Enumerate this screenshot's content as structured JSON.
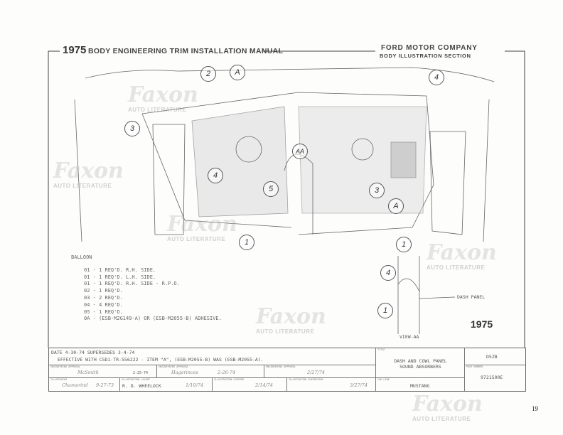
{
  "header": {
    "year": "1975",
    "title": "BODY ENGINEERING TRIM INSTALLATION MANUAL",
    "company": "FORD MOTOR COMPANY",
    "section": "BODY ILLUSTRATION SECTION"
  },
  "watermark": {
    "brand": "Faxon",
    "sub": "AUTO LITERATURE"
  },
  "balloons": [
    "2",
    "A",
    "4",
    "3",
    "4",
    "AA",
    "5",
    "3",
    "A",
    "1",
    "1",
    "4",
    "1"
  ],
  "labels": {
    "dash_panel": "DASH PANEL",
    "view": "VIEW-AA"
  },
  "legend": {
    "heading": "BALLOON",
    "items": [
      "01 - 1 REQ'D. R.H. SIDE.",
      "01 - 1 REQ'D. L.H. SIDE.",
      "01 - 1 REQ'D. R.H. SIDE - R.P.O.",
      "02 - 1 REQ'D.",
      "03 - 2 REQ'D.",
      "04 - 4 REQ'D.",
      "05 - 1 REQ'D.",
      "0A - (ESB-M2G149-A) OR (ESB-M2055-B) ADHESIVE."
    ]
  },
  "year_mark": "1975",
  "title_block": {
    "revision_line1": "DATE 4-30-74   SUPERSEDES 3-4-74",
    "revision_line2": "EFFECTIVE WITH C5D1-TR-556222 - ITEM \"A\", (ESB-M2055-B) WAS (ESB-M2055-A).",
    "engineering_approval_label": "ENGINEERING APPROVAL",
    "date_label": "DATE",
    "eng_sig1": "McSmith",
    "eng_date1": "2-25-74",
    "eng_sig2": "Hagerinces",
    "eng_date2": "2-26-74",
    "eng_sig3": "",
    "eng_date3": "2/27/74",
    "illustrator_label": "ILLUSTRATOR",
    "illustrator": "Chamerind",
    "illustrator_date": "9-27-73",
    "illustration_layout_label": "ILLUSTRATION LAYOUT",
    "layout": "R. D. WHEELOCK",
    "layout_date": "1/10/74",
    "illustration_checker_label": "ILLUSTRATION CHECKER",
    "checker_date": "2/14/74",
    "illustration_supervisor_label": "ILLUSTRATION SUPERVISOR",
    "supervisor_date": "3/27/74",
    "title_label": "TITLE",
    "title_l1": "DASH AND COWL PANEL",
    "title_l2": "SOUND ABSORBERS",
    "code": "D5ZB",
    "car_line_label": "CAR LINE",
    "car_line": "MUSTANG",
    "page_number_label": "PAGE NUMBER",
    "page_number": "9721500E"
  },
  "page": "19"
}
